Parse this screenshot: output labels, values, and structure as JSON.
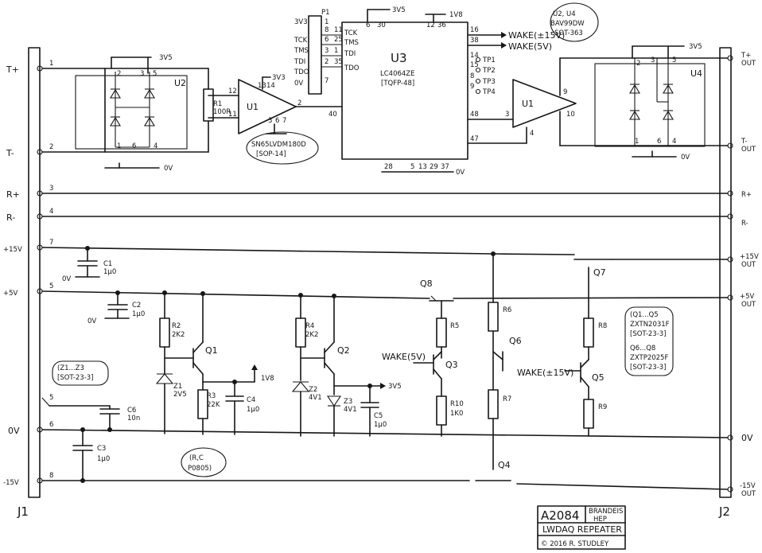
{
  "connectors": {
    "left": {
      "ref": "J1",
      "pins": [
        {
          "label": "T+",
          "num": "1"
        },
        {
          "label": "T-",
          "num": "2"
        },
        {
          "label": "R+",
          "num": "3"
        },
        {
          "label": "R-",
          "num": "4"
        },
        {
          "label": "+15V",
          "num": "7"
        },
        {
          "label": "+5V",
          "num": "5"
        },
        {
          "label": "0V",
          "num": "6"
        },
        {
          "label": "-15V",
          "num": "8"
        }
      ],
      "extra_pin": "5"
    },
    "right": {
      "ref": "J2",
      "pins": [
        {
          "label": "T+",
          "sub": "OUT"
        },
        {
          "label": "T-",
          "sub": "OUT"
        },
        {
          "label": "R+",
          "sub": ""
        },
        {
          "label": "R-",
          "sub": ""
        },
        {
          "label": "+15V",
          "sub": "OUT"
        },
        {
          "label": "+5V",
          "sub": "OUT"
        },
        {
          "label": "0V",
          "sub": ""
        },
        {
          "label": "-15V",
          "sub": "OUT"
        }
      ]
    }
  },
  "rails": {
    "v33": "3V3",
    "v35": "3V5",
    "v18": "1V8",
    "zero": "0V"
  },
  "input_stage": {
    "diodes": {
      "ref": "U2",
      "pins": [
        "2",
        "3",
        "5",
        "1",
        "6",
        "4"
      ]
    },
    "resistor": {
      "ref": "R1",
      "value": "100R"
    },
    "buffer": {
      "ref": "U1",
      "pins": [
        "12",
        "11",
        "13",
        "14",
        "2",
        "3",
        "6",
        "7"
      ],
      "part": "SN65LVDM180D",
      "package": "[SOP-14]"
    }
  },
  "cpld": {
    "ref": "U3",
    "part": "LC4064ZE",
    "package": "[TQFP-48]",
    "header": {
      "ref": "P1",
      "pins": [
        {
          "name": "3V3",
          "a": "",
          "b": "1"
        },
        {
          "name": "TCK",
          "a": "8",
          "b": "11"
        },
        {
          "name": "TMS",
          "a": "6",
          "b": "25"
        },
        {
          "name": "TDI",
          "a": "3",
          "b": "1"
        },
        {
          "name": "TDO",
          "a": "2",
          "b": "35"
        },
        {
          "name": "0V",
          "a": "",
          "b": "7"
        }
      ]
    },
    "jtag_inside": [
      "TCK",
      "TMS",
      "TDI",
      "TDO"
    ],
    "top_pins": [
      "6",
      "30",
      "12",
      "36"
    ],
    "bottom_pins": [
      "28",
      "5",
      "13",
      "29",
      "37"
    ],
    "left_pin": "40",
    "right_pins": [
      "16",
      "38",
      "14",
      "15",
      "8",
      "9",
      "48",
      "47"
    ],
    "wake_outputs": [
      "WAKE(±15V)",
      "WAKE(5V)"
    ],
    "test_points": [
      "TP1",
      "TP2",
      "TP3",
      "TP4"
    ]
  },
  "output_stage": {
    "driver": {
      "ref": "U1",
      "pins": [
        "3",
        "4",
        "9",
        "10"
      ]
    },
    "diode_note": {
      "refs": "U2, U4",
      "part": "BAV99DW",
      "package": "SOT-363"
    },
    "diodes": {
      "ref": "U4",
      "pins": [
        "2",
        "3",
        "5",
        "1",
        "6",
        "4"
      ]
    }
  },
  "power": {
    "caps": [
      {
        "ref": "C1",
        "value": "1µ0"
      },
      {
        "ref": "C2",
        "value": "1µ0"
      },
      {
        "ref": "C3",
        "value": "1µ0"
      },
      {
        "ref": "C4",
        "value": "1µ0"
      },
      {
        "ref": "C5",
        "value": "1µ0"
      },
      {
        "ref": "C6",
        "value": "10n"
      }
    ],
    "resistors": [
      {
        "ref": "R2",
        "value": "2K2"
      },
      {
        "ref": "R3",
        "value": "22K"
      },
      {
        "ref": "R4",
        "value": "2K2"
      },
      {
        "ref": "R5",
        "value": ""
      },
      {
        "ref": "R6",
        "value": ""
      },
      {
        "ref": "R7",
        "value": ""
      },
      {
        "ref": "R8",
        "value": ""
      },
      {
        "ref": "R9",
        "value": ""
      },
      {
        "ref": "R10",
        "value": "1K0"
      }
    ],
    "zeners": [
      {
        "ref": "Z1",
        "value": "2V5"
      },
      {
        "ref": "Z2",
        "value": "4V1"
      },
      {
        "ref": "Z3",
        "value": "4V1"
      }
    ],
    "transistors": [
      "Q1",
      "Q2",
      "Q3",
      "Q4",
      "Q5",
      "Q6",
      "Q7",
      "Q8"
    ],
    "wake_5v": "WAKE(5V)",
    "wake_15v": "WAKE(±15V)",
    "notes": {
      "zener": "(Z1...Z3",
      "zener_pkg": "[SOT-23-3]",
      "rc": "(R,C",
      "rc_pkg": "P0805)",
      "q_npn": "(Q1...Q5",
      "q_npn_part": "ZXTN2031F",
      "q_npn_pkg": "[SOT-23-3]",
      "q_pnp": "Q6...Q8",
      "q_pnp_part": "ZXTP2025F",
      "q_pnp_pkg": "[SOT-23-3]"
    }
  },
  "title_block": {
    "number": "A2084",
    "org1": "BRANDEIS",
    "org2": "HEP",
    "title": "LWDAQ REPEATER",
    "copyright": "© 2016  R. STUDLEY"
  }
}
